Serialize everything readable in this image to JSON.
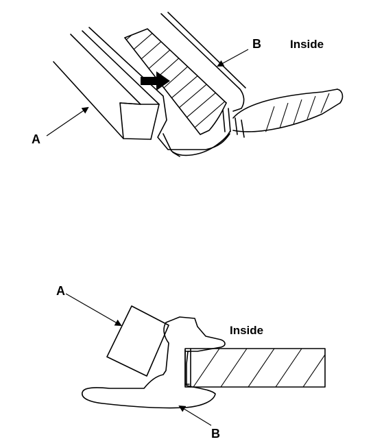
{
  "top_view": {
    "label_a": "A",
    "label_b": "B",
    "label_inside": "Inside"
  },
  "bottom_view": {
    "label_a": "A",
    "label_b": "B",
    "label_inside": "Inside"
  },
  "colors": {
    "ink": "#000000",
    "background": "#ffffff"
  }
}
